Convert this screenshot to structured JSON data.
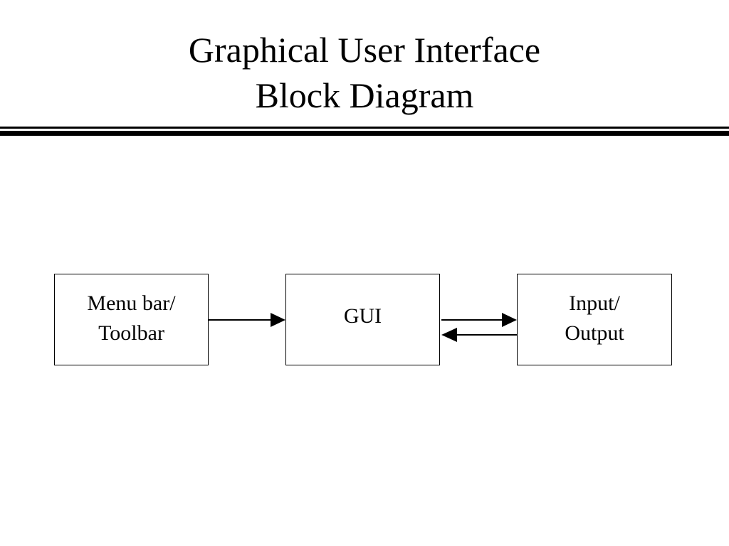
{
  "title": {
    "line1": "Graphical User Interface",
    "line2": "Block Diagram"
  },
  "blocks": {
    "menu_toolbar": {
      "line1": "Menu bar/",
      "line2": "Toolbar"
    },
    "gui": {
      "label": "GUI"
    },
    "input_output": {
      "line1": "Input/",
      "line2": "Output"
    }
  },
  "connections": [
    {
      "from": "menu_toolbar",
      "to": "gui"
    },
    {
      "from": "gui",
      "to": "input_output"
    },
    {
      "from": "input_output",
      "to": "gui"
    }
  ]
}
